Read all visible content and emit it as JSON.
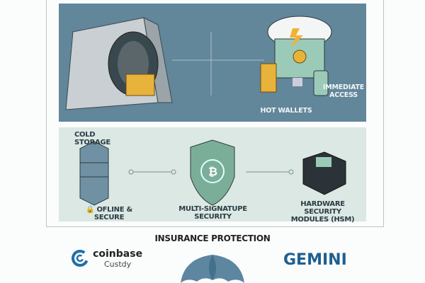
{
  "hot": {
    "title": "HOT WALLETS",
    "access": "IMMEDIATE ACCESS"
  },
  "cold": {
    "title": "COLD STORAGE",
    "offline": "OFLINE & SECURE",
    "multisig": "MULTI-SIGNATUPE SECURITY",
    "hsm_line1": "HARDWARE SECURITY",
    "hsm_line2": "MODULES (HSM)"
  },
  "insurance": {
    "title": "INSURANCE PROTECTION"
  },
  "logos": {
    "coinbase": "coinbase",
    "coinbase_sub": "Custdy",
    "gemini": "GEMINI"
  },
  "colors": {
    "top_panel": "#62869a",
    "bottom_panel": "#dbe8e3",
    "gold": "#e8b33a",
    "accent": "#1f6fa8"
  }
}
